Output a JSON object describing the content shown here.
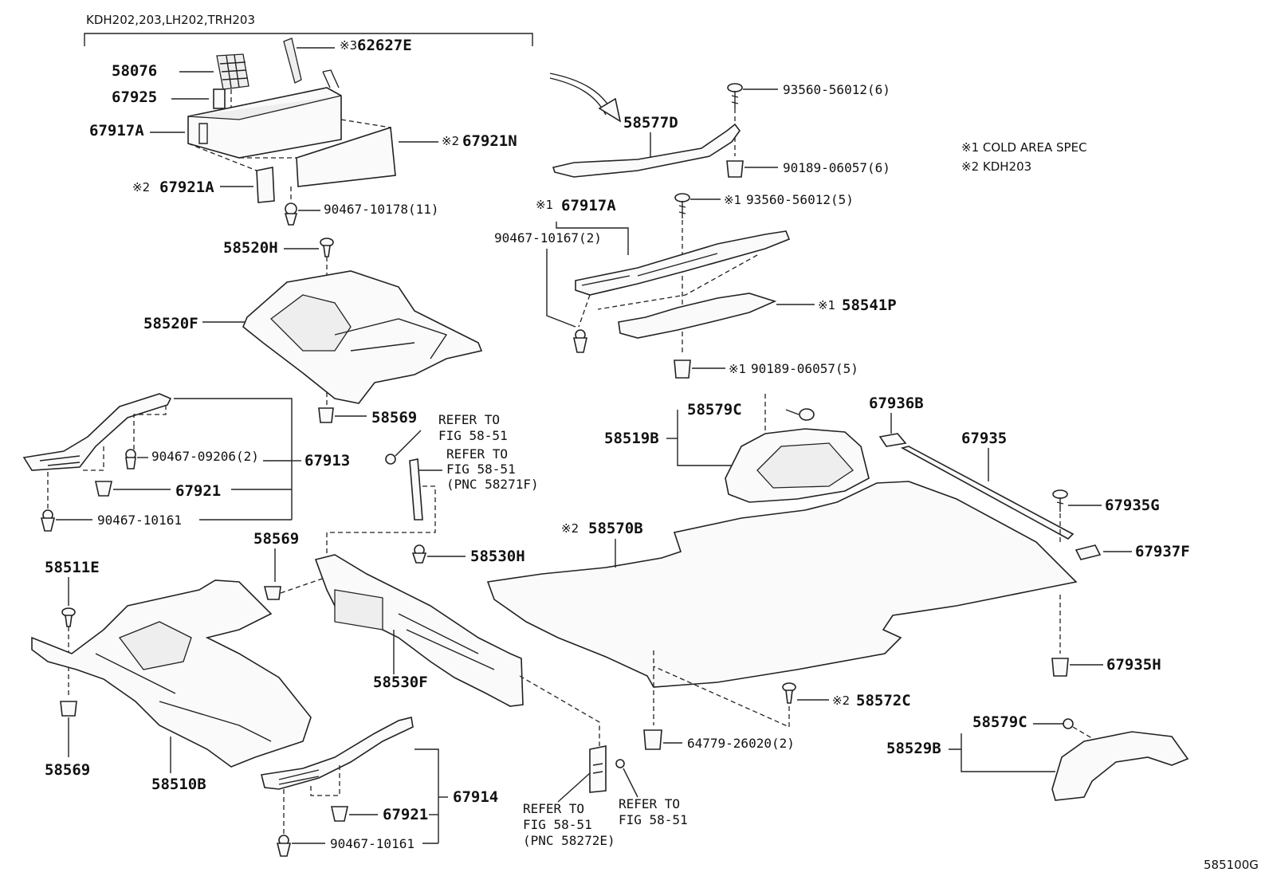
{
  "header": {
    "models": "KDH202,203,LH202,TRH203"
  },
  "legend": {
    "note1": "※1  COLD AREA SPEC",
    "note2": "※2  KDH203"
  },
  "figure_id": "585100G",
  "labels": {
    "p58076": "58076",
    "p67925": "67925",
    "p67917A_top": "67917A",
    "p67921A": "67921A",
    "p67921A_mark": "※2",
    "p62627E": "62627E",
    "p62627E_mark": "※3",
    "p67921N": "67921N",
    "p67921N_mark": "※2",
    "p90467_10178": "90467-10178(11)",
    "p58520H": "58520H",
    "p58520F": "58520F",
    "p58569_a": "58569",
    "p58569_b": "58569",
    "p58569_c": "58569",
    "p90467_09206": "90467-09206(2)",
    "p67913": "67913",
    "p67921_a": "67921",
    "p90467_10161_a": "90467-10161",
    "p58511E": "58511E",
    "p58510B": "58510B",
    "p58530H": "58530H",
    "p58530F": "58530F",
    "p67914": "67914",
    "p67921_b": "67921",
    "p90467_10161_b": "90467-10161",
    "refer_a_1": "REFER TO",
    "refer_a_2": "FIG 58-51",
    "refer_b_1": "REFER TO",
    "refer_b_2": "FIG 58-51",
    "refer_b_3": "(PNC 58271F)",
    "refer_c_1": "REFER TO",
    "refer_c_2": "FIG 58-51",
    "refer_c_3": "(PNC 58272E)",
    "refer_d_1": "REFER TO",
    "refer_d_2": "FIG 58-51",
    "p58577D": "58577D",
    "p93560_56012_6": "93560-56012(6)",
    "p90189_06057_6": "90189-06057(6)",
    "p67917A_mid": "67917A",
    "p67917A_mid_mark": "※1",
    "p93560_56012_5": "93560-56012(5)",
    "p93560_56012_5_mark": "※1",
    "p90467_10167": "90467-10167(2)",
    "p58541P": "58541P",
    "p58541P_mark": "※1",
    "p90189_06057_5": "90189-06057(5)",
    "p90189_06057_5_mark": "※1",
    "p58579C_a": "58579C",
    "p58519B": "58519B",
    "p67936B": "67936B",
    "p67935": "67935",
    "p67935G": "67935G",
    "p67937F": "67937F",
    "p58570B": "58570B",
    "p58570B_mark": "※2",
    "p67935H": "67935H",
    "p58572C": "58572C",
    "p58572C_mark": "※2",
    "p64779_26020": "64779-26020(2)",
    "p58579C_b": "58579C",
    "p58529B": "58529B"
  }
}
